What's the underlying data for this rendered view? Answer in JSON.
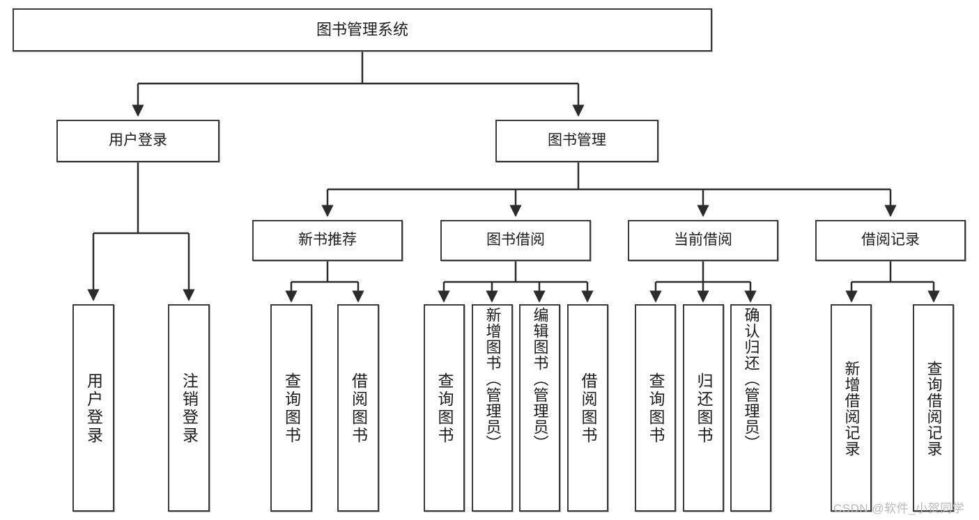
{
  "diagram": {
    "type": "tree-hierarchy-chart",
    "title": "图书管理系统",
    "watermark": "CSDN @软件_小贺同学",
    "levels": {
      "root": {
        "label": "图书管理系统"
      },
      "level2": [
        {
          "id": "user-login",
          "label": "用户登录"
        },
        {
          "id": "book-manage",
          "label": "图书管理"
        }
      ],
      "level3": [
        {
          "id": "new-book-recommend",
          "label": "新书推荐",
          "parent": "book-manage"
        },
        {
          "id": "book-borrow",
          "label": "图书借阅",
          "parent": "book-manage"
        },
        {
          "id": "current-borrow",
          "label": "当前借阅",
          "parent": "book-manage"
        },
        {
          "id": "borrow-record",
          "label": "借阅记录",
          "parent": "book-manage"
        }
      ],
      "leaves": [
        {
          "id": "leaf-user-login",
          "label": "用户登录",
          "parent": "user-login"
        },
        {
          "id": "leaf-logout-login",
          "label": "注销登录",
          "parent": "user-login"
        },
        {
          "id": "leaf-query-book-1",
          "label": "查询图书",
          "parent": "new-book-recommend"
        },
        {
          "id": "leaf-borrow-book-1",
          "label": "借阅图书",
          "parent": "new-book-recommend"
        },
        {
          "id": "leaf-query-book-2",
          "label": "查询图书",
          "parent": "book-borrow"
        },
        {
          "id": "leaf-add-book",
          "label": "新增图书（管理员）",
          "parent": "book-borrow"
        },
        {
          "id": "leaf-edit-book",
          "label": "编辑图书（管理员）",
          "parent": "book-borrow"
        },
        {
          "id": "leaf-borrow-book-2",
          "label": "借阅图书",
          "parent": "book-borrow"
        },
        {
          "id": "leaf-query-book-3",
          "label": "查询图书",
          "parent": "current-borrow"
        },
        {
          "id": "leaf-return-book",
          "label": "归还图书",
          "parent": "current-borrow"
        },
        {
          "id": "leaf-confirm-return",
          "label": "确认归还（管理员）",
          "parent": "current-borrow"
        },
        {
          "id": "leaf-add-record",
          "label": "新增借阅记录",
          "parent": "borrow-record"
        },
        {
          "id": "leaf-query-record",
          "label": "查询借阅记录",
          "parent": "borrow-record"
        }
      ]
    },
    "colors": {
      "box_border": "#3a3a3a",
      "box_fill": "#ffffff",
      "connector": "#2b2b2b",
      "text": "#1b1b1b",
      "watermark": "#b9b9b9"
    }
  }
}
